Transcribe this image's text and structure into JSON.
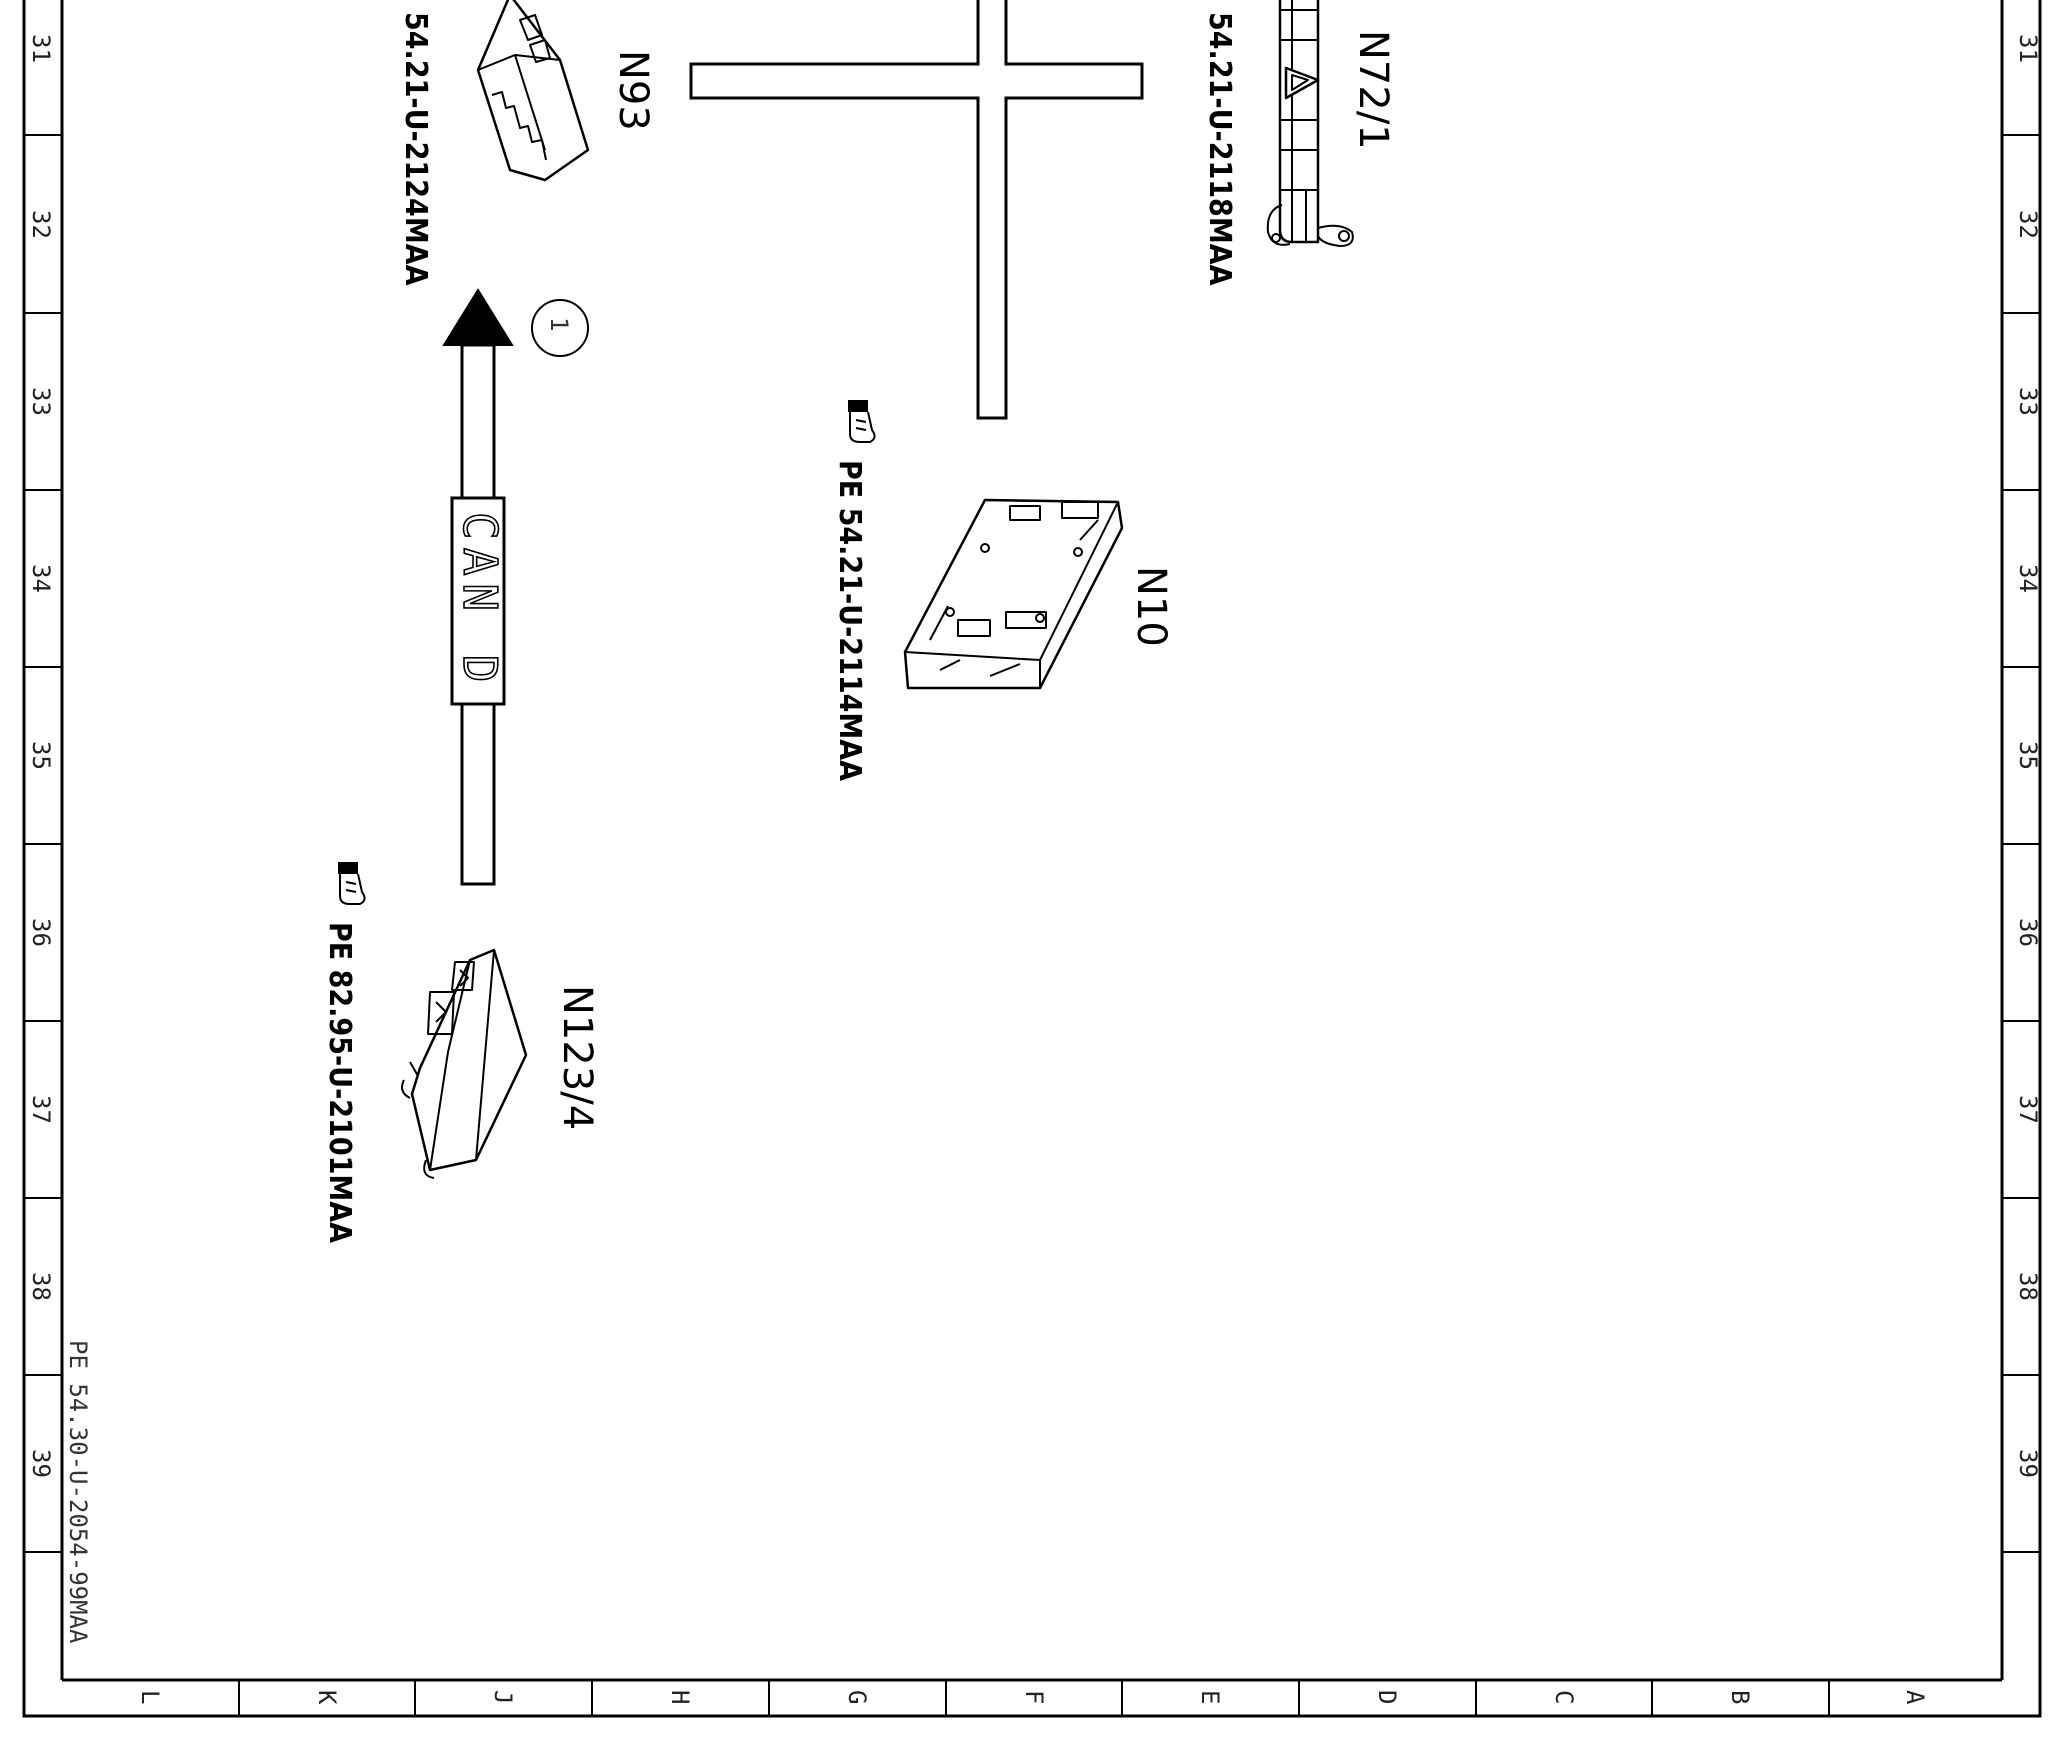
{
  "rows": [
    "31",
    "32",
    "33",
    "34",
    "35",
    "36",
    "37",
    "38",
    "39"
  ],
  "columns": [
    "L",
    "K",
    "J",
    "H",
    "G",
    "F",
    "E",
    "D",
    "C",
    "B",
    "A"
  ],
  "components": {
    "n93": {
      "label": "N93",
      "ref": "54.21-U-2124MAA"
    },
    "n72_1": {
      "label": "N72/1",
      "ref": "54.21-U-2118MAA"
    },
    "n10": {
      "label": "N10",
      "ref": "PE 54.21-U-2114MAA"
    },
    "n123_4": {
      "label": "N123/4",
      "ref": "PE 82.95-U-2101MAA"
    }
  },
  "bus": {
    "label": "CAN D",
    "callout": "1"
  },
  "sheet_ref": "PE 54.30-U-2054-99MAA",
  "colors": {
    "line": "#000000",
    "background": "#ffffff"
  },
  "icons": [
    "pointing-hand-icon",
    "warning-triangle-icon"
  ]
}
